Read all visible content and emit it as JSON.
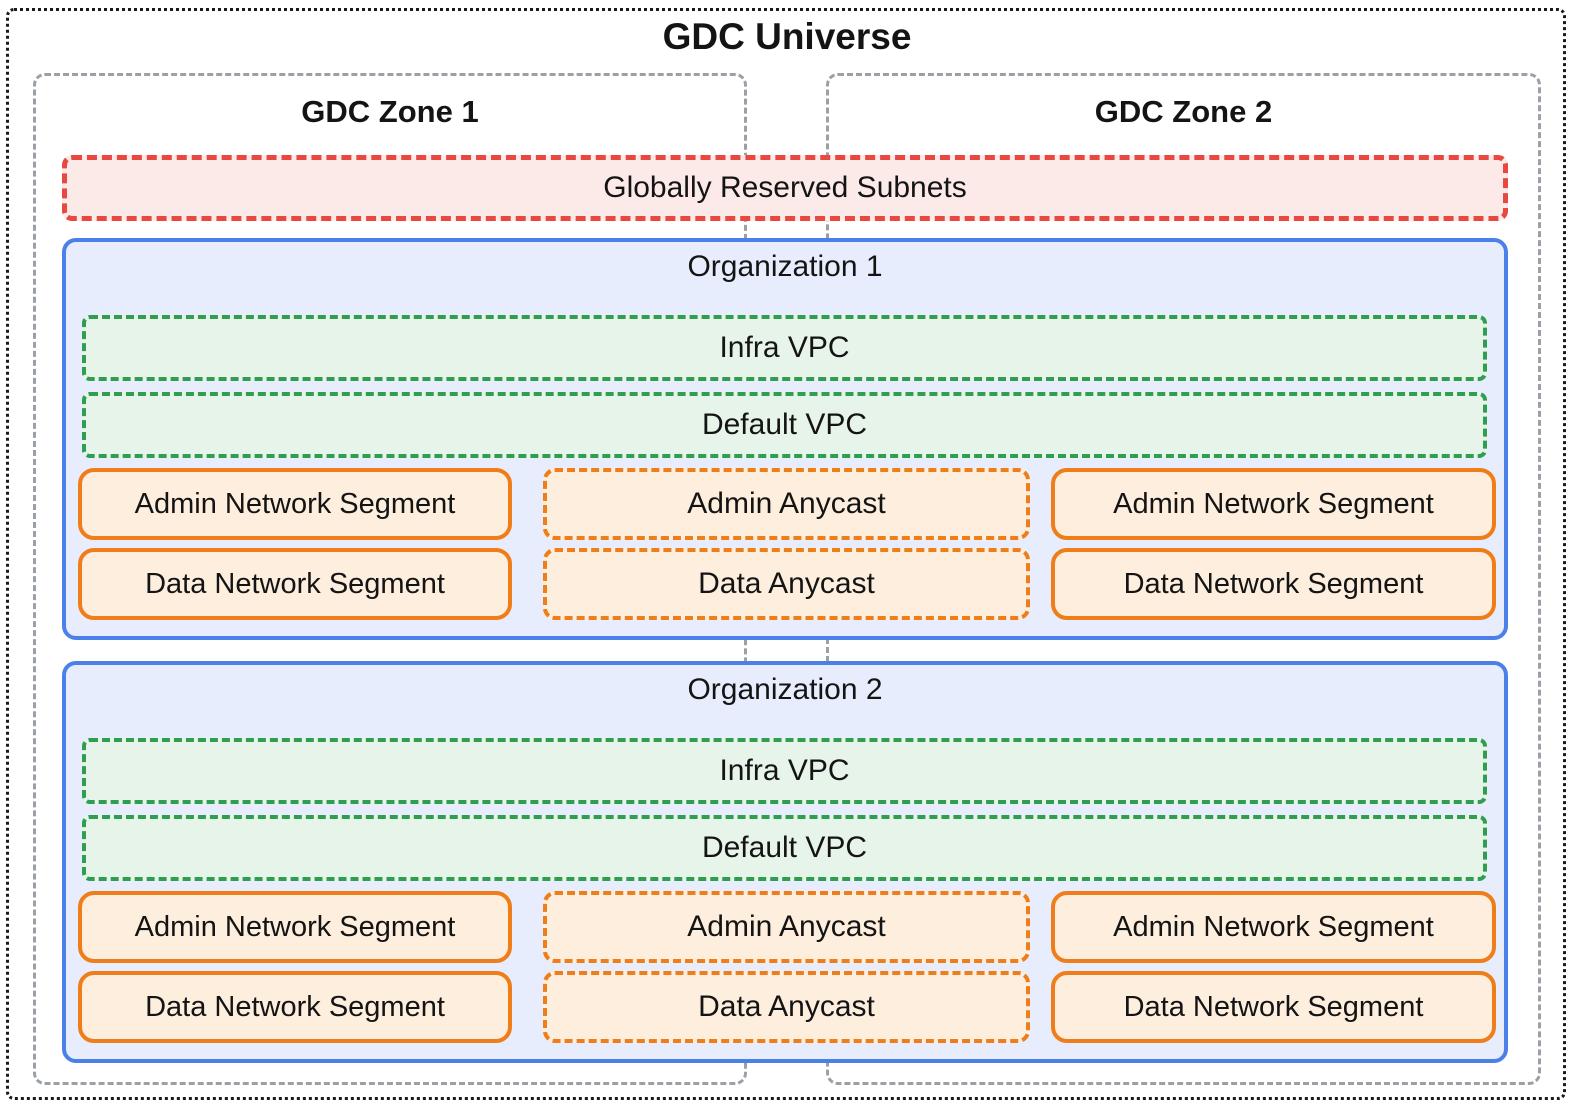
{
  "diagram": {
    "title": "GDC Universe",
    "zones": [
      {
        "label": "GDC Zone 1"
      },
      {
        "label": "GDC Zone 2"
      }
    ],
    "global_subnets": {
      "label": "Globally Reserved Subnets"
    },
    "organizations": [
      {
        "label": "Organization 1",
        "vpcs": [
          {
            "label": "Infra VPC"
          },
          {
            "label": "Default VPC"
          }
        ],
        "rows": [
          {
            "left_segment": "Admin Network Segment",
            "anycast": "Admin Anycast",
            "right_segment": "Admin Network Segment"
          },
          {
            "left_segment": "Data Network Segment",
            "anycast": "Data Anycast",
            "right_segment": "Data Network Segment"
          }
        ]
      },
      {
        "label": "Organization 2",
        "vpcs": [
          {
            "label": "Infra VPC"
          },
          {
            "label": "Default VPC"
          }
        ],
        "rows": [
          {
            "left_segment": "Admin Network Segment",
            "anycast": "Admin Anycast",
            "right_segment": "Admin Network Segment"
          },
          {
            "left_segment": "Data Network Segment",
            "anycast": "Data Anycast",
            "right_segment": "Data Network Segment"
          }
        ]
      }
    ],
    "colors": {
      "universe_border": "#1a1a1a",
      "zone_border": "#9aa0a6",
      "subnet_border": "#e8483f",
      "subnet_fill": "#fceae9",
      "org_border": "#4a80e8",
      "org_fill": "#e7edfc",
      "vpc_border": "#2f9e4f",
      "vpc_fill": "#e7f4ea",
      "segment_border": "#ef7d1a",
      "segment_fill": "#fdeede"
    }
  }
}
